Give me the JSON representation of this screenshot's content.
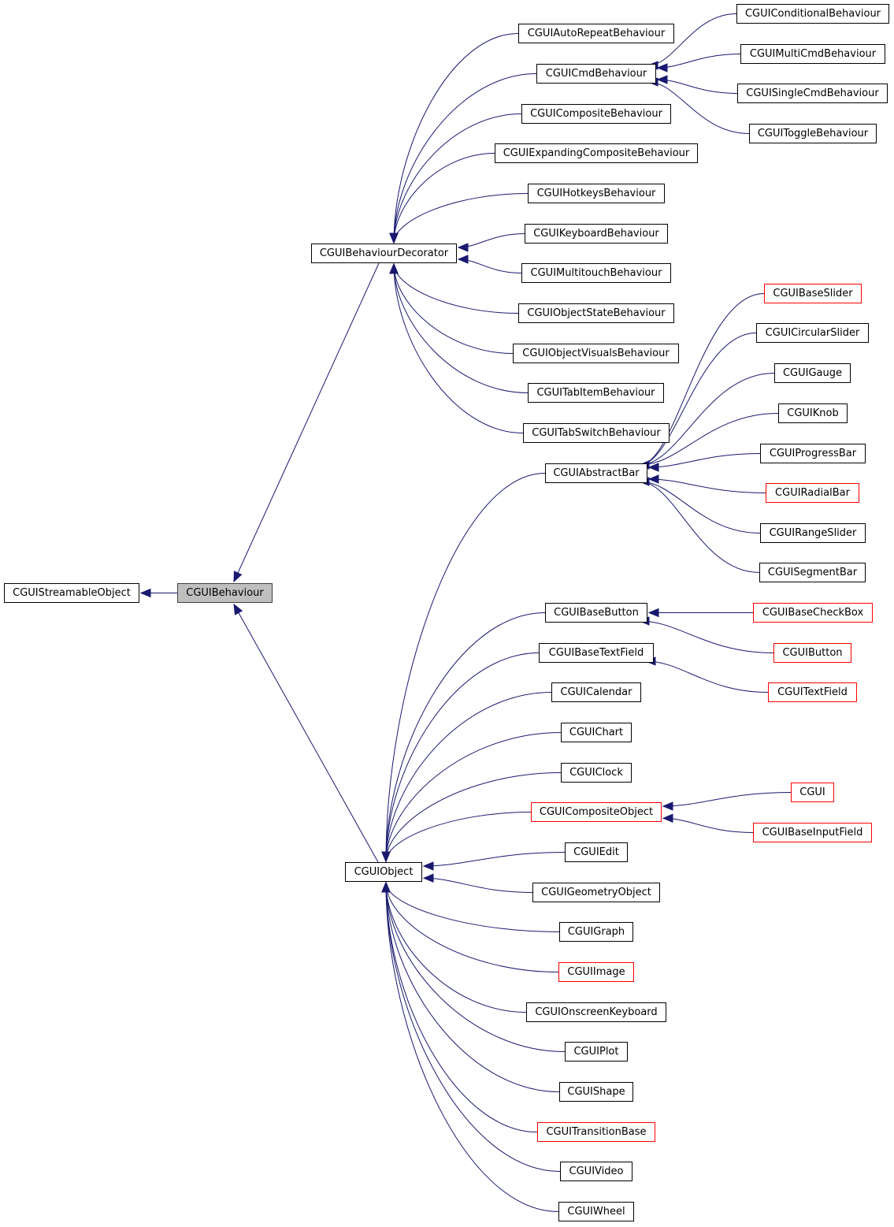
{
  "diagram": {
    "type": "class-inheritance-graph",
    "edge_color": "#191970",
    "current_node_fill": "#bfbfbf",
    "nodes": [
      {
        "id": "streamable",
        "label": "CGUIStreamableObject",
        "color": "black"
      },
      {
        "id": "behaviour",
        "label": "CGUIBehaviour",
        "color": "current"
      },
      {
        "id": "decorator",
        "label": "CGUIBehaviourDecorator",
        "color": "black"
      },
      {
        "id": "object",
        "label": "CGUIObject",
        "color": "black"
      },
      {
        "id": "autorepeat",
        "label": "CGUIAutoRepeatBehaviour",
        "color": "black"
      },
      {
        "id": "cmd",
        "label": "CGUICmdBehaviour",
        "color": "black"
      },
      {
        "id": "composite_b",
        "label": "CGUICompositeBehaviour",
        "color": "black"
      },
      {
        "id": "expanding",
        "label": "CGUIExpandingCompositeBehaviour",
        "color": "black"
      },
      {
        "id": "hotkeys",
        "label": "CGUIHotkeysBehaviour",
        "color": "black"
      },
      {
        "id": "keyboard",
        "label": "CGUIKeyboardBehaviour",
        "color": "black"
      },
      {
        "id": "multitouch",
        "label": "CGUIMultitouchBehaviour",
        "color": "black"
      },
      {
        "id": "objstate",
        "label": "CGUIObjectStateBehaviour",
        "color": "black"
      },
      {
        "id": "objvisuals",
        "label": "CGUIObjectVisualsBehaviour",
        "color": "black"
      },
      {
        "id": "tabitem",
        "label": "CGUITabItemBehaviour",
        "color": "black"
      },
      {
        "id": "tabswitch",
        "label": "CGUITabSwitchBehaviour",
        "color": "black"
      },
      {
        "id": "conditional",
        "label": "CGUIConditionalBehaviour",
        "color": "black"
      },
      {
        "id": "multicmd",
        "label": "CGUIMultiCmdBehaviour",
        "color": "black"
      },
      {
        "id": "singlecmd",
        "label": "CGUISingleCmdBehaviour",
        "color": "black"
      },
      {
        "id": "toggle",
        "label": "CGUIToggleBehaviour",
        "color": "black"
      },
      {
        "id": "abstractbar",
        "label": "CGUIAbstractBar",
        "color": "black"
      },
      {
        "id": "basebutton",
        "label": "CGUIBaseButton",
        "color": "black"
      },
      {
        "id": "basetextfield",
        "label": "CGUIBaseTextField",
        "color": "black"
      },
      {
        "id": "calendar",
        "label": "CGUICalendar",
        "color": "black"
      },
      {
        "id": "chart",
        "label": "CGUIChart",
        "color": "black"
      },
      {
        "id": "clock",
        "label": "CGUIClock",
        "color": "black"
      },
      {
        "id": "compositeobj",
        "label": "CGUICompositeObject",
        "color": "red"
      },
      {
        "id": "edit",
        "label": "CGUIEdit",
        "color": "black"
      },
      {
        "id": "geometry",
        "label": "CGUIGeometryObject",
        "color": "black"
      },
      {
        "id": "graph",
        "label": "CGUIGraph",
        "color": "black"
      },
      {
        "id": "image",
        "label": "CGUIImage",
        "color": "red"
      },
      {
        "id": "onscreenkb",
        "label": "CGUIOnscreenKeyboard",
        "color": "black"
      },
      {
        "id": "plot",
        "label": "CGUIPlot",
        "color": "black"
      },
      {
        "id": "shape",
        "label": "CGUIShape",
        "color": "black"
      },
      {
        "id": "transition",
        "label": "CGUITransitionBase",
        "color": "red"
      },
      {
        "id": "video",
        "label": "CGUIVideo",
        "color": "black"
      },
      {
        "id": "wheel",
        "label": "CGUIWheel",
        "color": "black"
      },
      {
        "id": "baseslider",
        "label": "CGUIBaseSlider",
        "color": "red"
      },
      {
        "id": "circular",
        "label": "CGUICircularSlider",
        "color": "black"
      },
      {
        "id": "gauge",
        "label": "CGUIGauge",
        "color": "black"
      },
      {
        "id": "knob",
        "label": "CGUIKnob",
        "color": "black"
      },
      {
        "id": "progress",
        "label": "CGUIProgressBar",
        "color": "black"
      },
      {
        "id": "radial",
        "label": "CGUIRadialBar",
        "color": "red"
      },
      {
        "id": "range",
        "label": "CGUIRangeSlider",
        "color": "black"
      },
      {
        "id": "segment",
        "label": "CGUISegmentBar",
        "color": "black"
      },
      {
        "id": "checkbox",
        "label": "CGUIBaseCheckBox",
        "color": "red"
      },
      {
        "id": "button",
        "label": "CGUIButton",
        "color": "red"
      },
      {
        "id": "textfield",
        "label": "CGUITextField",
        "color": "red"
      },
      {
        "id": "cgui",
        "label": "CGUI",
        "color": "red"
      },
      {
        "id": "inputfield",
        "label": "CGUIBaseInputField",
        "color": "red"
      }
    ],
    "edges": [
      [
        "behaviour",
        "streamable"
      ],
      [
        "decorator",
        "behaviour"
      ],
      [
        "object",
        "behaviour"
      ],
      [
        "autorepeat",
        "decorator"
      ],
      [
        "cmd",
        "decorator"
      ],
      [
        "composite_b",
        "decorator"
      ],
      [
        "expanding",
        "decorator"
      ],
      [
        "hotkeys",
        "decorator"
      ],
      [
        "keyboard",
        "decorator"
      ],
      [
        "multitouch",
        "decorator"
      ],
      [
        "objstate",
        "decorator"
      ],
      [
        "objvisuals",
        "decorator"
      ],
      [
        "tabitem",
        "decorator"
      ],
      [
        "tabswitch",
        "decorator"
      ],
      [
        "conditional",
        "cmd"
      ],
      [
        "multicmd",
        "cmd"
      ],
      [
        "singlecmd",
        "cmd"
      ],
      [
        "toggle",
        "cmd"
      ],
      [
        "abstractbar",
        "object"
      ],
      [
        "basebutton",
        "object"
      ],
      [
        "basetextfield",
        "object"
      ],
      [
        "calendar",
        "object"
      ],
      [
        "chart",
        "object"
      ],
      [
        "clock",
        "object"
      ],
      [
        "compositeobj",
        "object"
      ],
      [
        "edit",
        "object"
      ],
      [
        "geometry",
        "object"
      ],
      [
        "graph",
        "object"
      ],
      [
        "image",
        "object"
      ],
      [
        "onscreenkb",
        "object"
      ],
      [
        "plot",
        "object"
      ],
      [
        "shape",
        "object"
      ],
      [
        "transition",
        "object"
      ],
      [
        "video",
        "object"
      ],
      [
        "wheel",
        "object"
      ],
      [
        "baseslider",
        "abstractbar"
      ],
      [
        "circular",
        "abstractbar"
      ],
      [
        "gauge",
        "abstractbar"
      ],
      [
        "knob",
        "abstractbar"
      ],
      [
        "progress",
        "abstractbar"
      ],
      [
        "radial",
        "abstractbar"
      ],
      [
        "range",
        "abstractbar"
      ],
      [
        "segment",
        "abstractbar"
      ],
      [
        "checkbox",
        "basebutton"
      ],
      [
        "button",
        "basebutton"
      ],
      [
        "textfield",
        "basetextfield"
      ],
      [
        "cgui",
        "compositeobj"
      ],
      [
        "inputfield",
        "compositeobj"
      ]
    ]
  }
}
